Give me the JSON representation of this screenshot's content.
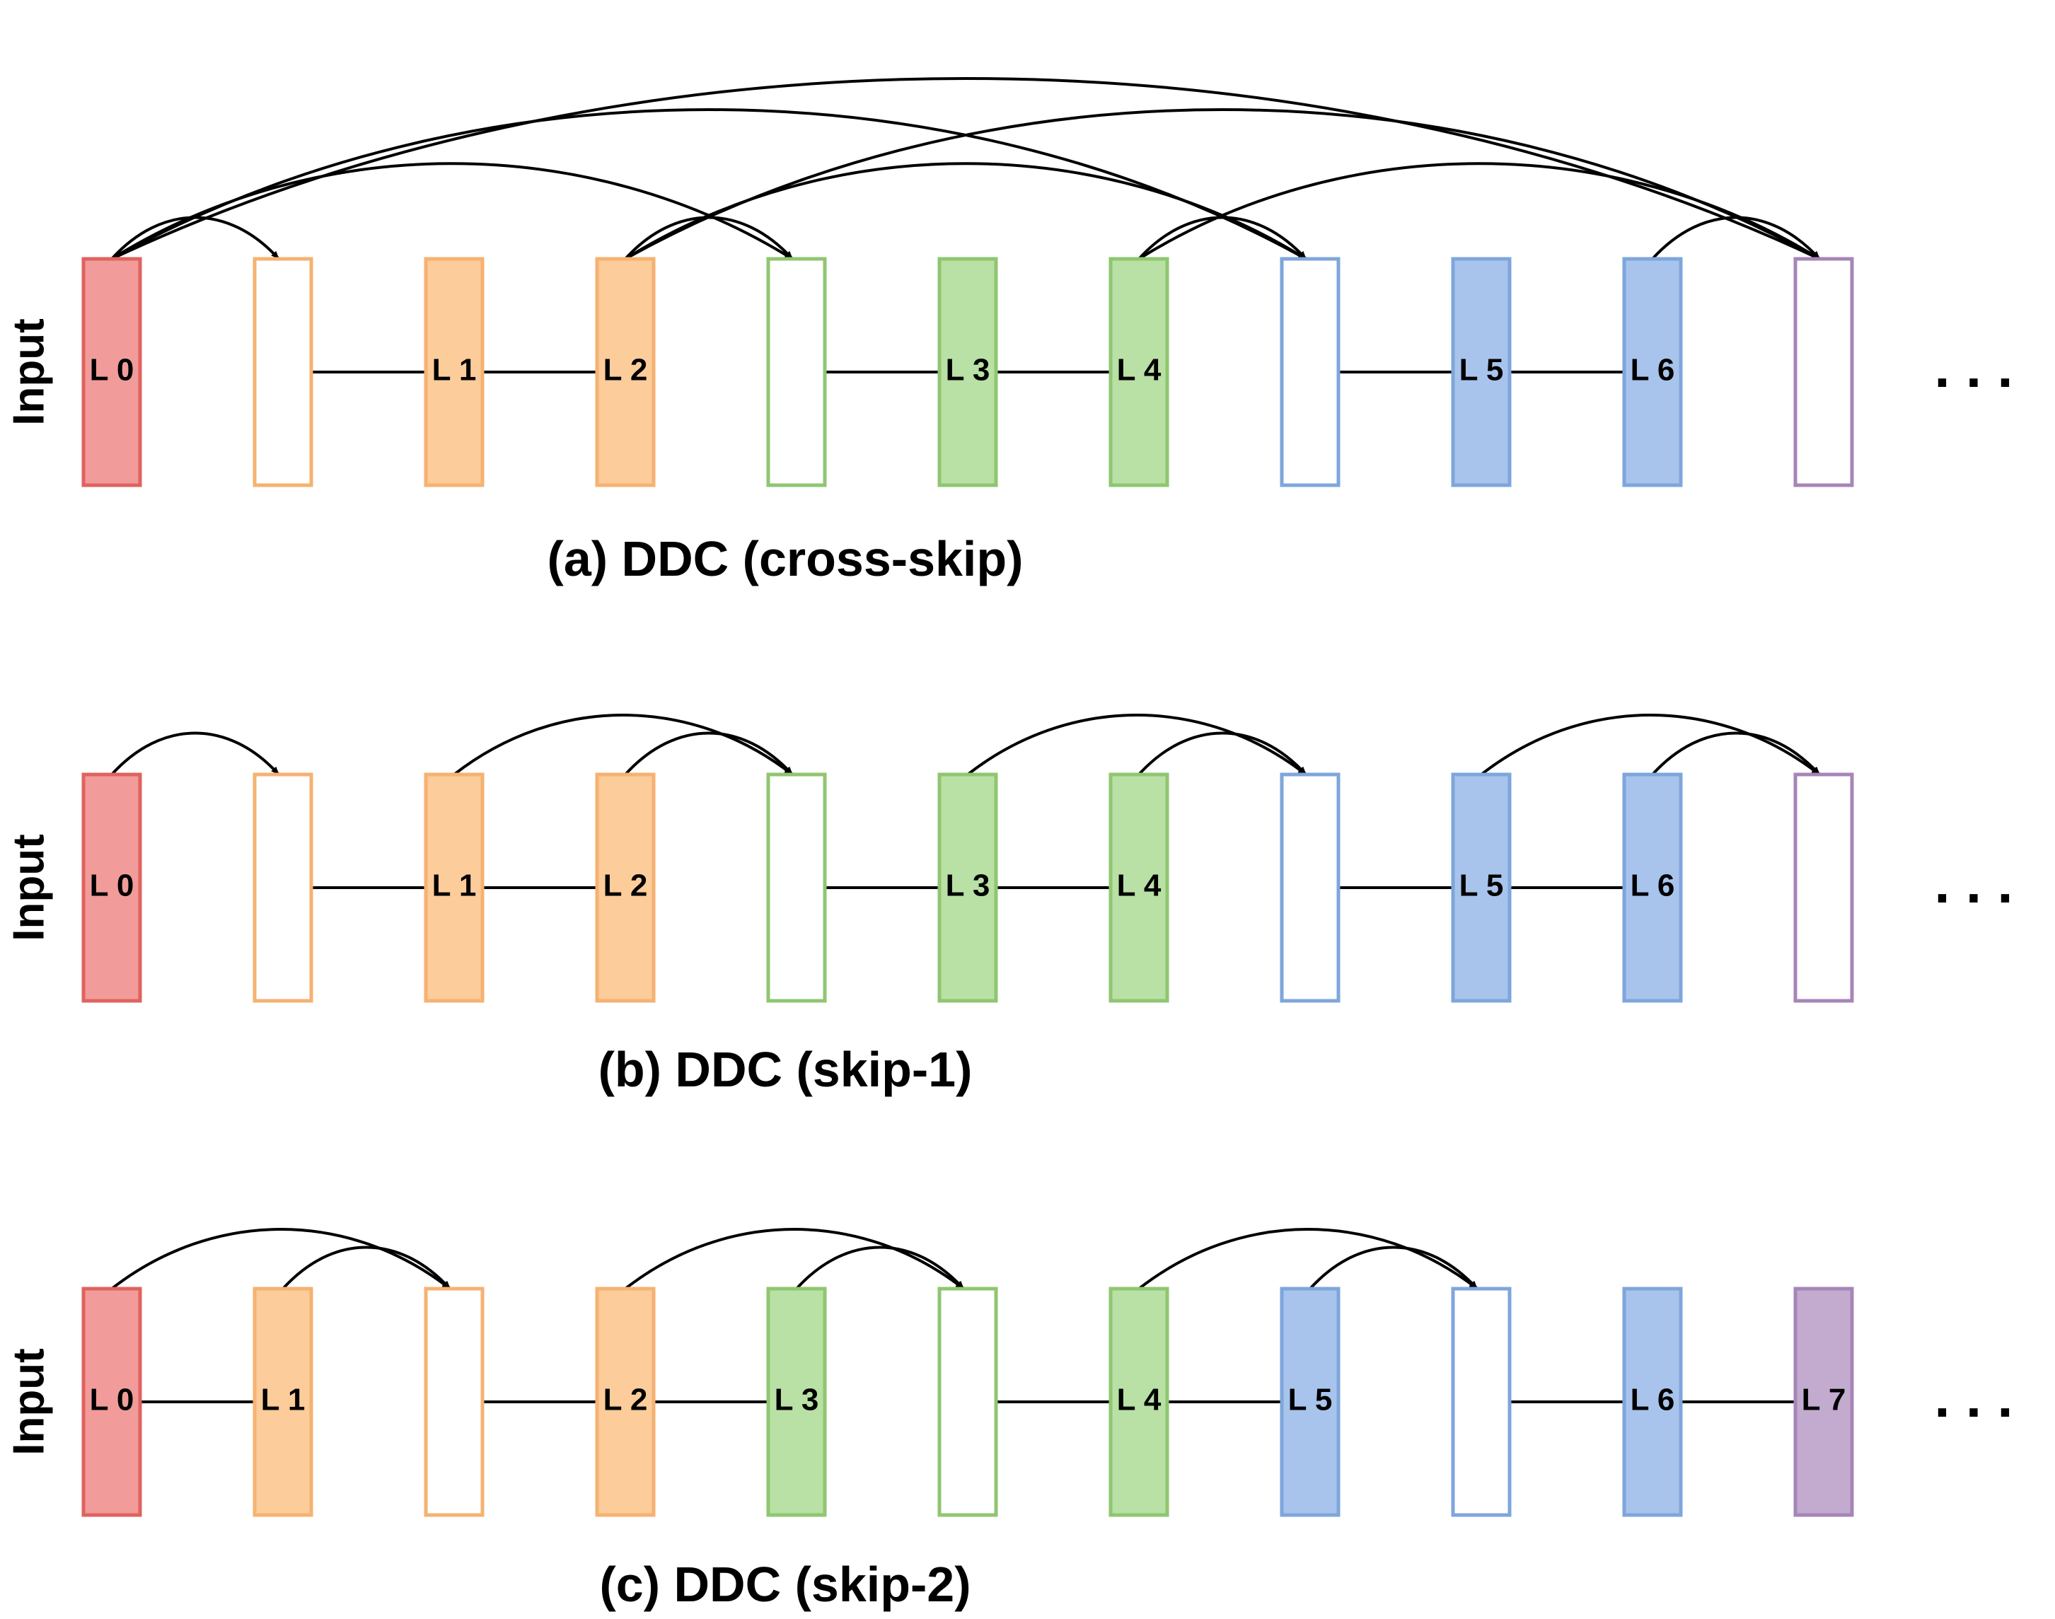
{
  "colors": {
    "red": {
      "fill": "#f19c9a",
      "stroke": "#e0625f"
    },
    "orange": {
      "fill": "#fccc9b",
      "stroke": "#f6b271"
    },
    "green": {
      "fill": "#b9e0a5",
      "stroke": "#8fc670"
    },
    "blue": {
      "fill": "#a8c4ec",
      "stroke": "#7ea6dc"
    },
    "purple": {
      "fill": "#c3abd0",
      "stroke": "#a685b8"
    },
    "edge": "#000000"
  },
  "panels": [
    {
      "id": "a",
      "caption": "(a) DDC (cross-skip)",
      "input_label": "Input",
      "ellipsis": ". . .",
      "nodes": [
        {
          "label": "L 0",
          "color": "red",
          "filled": true
        },
        {
          "label": "",
          "color": "orange",
          "filled": false
        },
        {
          "label": "L 1",
          "color": "orange",
          "filled": true
        },
        {
          "label": "L 2",
          "color": "orange",
          "filled": true
        },
        {
          "label": "",
          "color": "green",
          "filled": false
        },
        {
          "label": "L 3",
          "color": "green",
          "filled": true
        },
        {
          "label": "L 4",
          "color": "green",
          "filled": true
        },
        {
          "label": "",
          "color": "blue",
          "filled": false
        },
        {
          "label": "L 5",
          "color": "blue",
          "filled": true
        },
        {
          "label": "L 6",
          "color": "blue",
          "filled": true
        },
        {
          "label": "",
          "color": "purple",
          "filled": false
        }
      ],
      "chain_edges": [
        [
          1,
          2
        ],
        [
          2,
          3
        ],
        [
          4,
          5
        ],
        [
          5,
          6
        ],
        [
          7,
          8
        ],
        [
          8,
          9
        ]
      ],
      "skip_edges": [
        [
          0,
          1
        ],
        [
          0,
          4
        ],
        [
          0,
          7
        ],
        [
          0,
          10
        ],
        [
          3,
          4
        ],
        [
          3,
          7
        ],
        [
          3,
          10
        ],
        [
          6,
          7
        ],
        [
          6,
          10
        ],
        [
          9,
          10
        ]
      ]
    },
    {
      "id": "b",
      "caption": "(b) DDC (skip-1)",
      "input_label": "Input",
      "ellipsis": ". . .",
      "nodes": [
        {
          "label": "L 0",
          "color": "red",
          "filled": true
        },
        {
          "label": "",
          "color": "orange",
          "filled": false
        },
        {
          "label": "L 1",
          "color": "orange",
          "filled": true
        },
        {
          "label": "L 2",
          "color": "orange",
          "filled": true
        },
        {
          "label": "",
          "color": "green",
          "filled": false
        },
        {
          "label": "L 3",
          "color": "green",
          "filled": true
        },
        {
          "label": "L 4",
          "color": "green",
          "filled": true
        },
        {
          "label": "",
          "color": "blue",
          "filled": false
        },
        {
          "label": "L 5",
          "color": "blue",
          "filled": true
        },
        {
          "label": "L 6",
          "color": "blue",
          "filled": true
        },
        {
          "label": "",
          "color": "purple",
          "filled": false
        }
      ],
      "chain_edges": [
        [
          1,
          2
        ],
        [
          2,
          3
        ],
        [
          4,
          5
        ],
        [
          5,
          6
        ],
        [
          7,
          8
        ],
        [
          8,
          9
        ]
      ],
      "skip_edges": [
        [
          0,
          1
        ],
        [
          2,
          4
        ],
        [
          3,
          4
        ],
        [
          5,
          7
        ],
        [
          6,
          7
        ],
        [
          8,
          10
        ],
        [
          9,
          10
        ]
      ]
    },
    {
      "id": "c",
      "caption": "(c) DDC (skip-2)",
      "input_label": "Input",
      "ellipsis": ". . .",
      "nodes": [
        {
          "label": "L 0",
          "color": "red",
          "filled": true
        },
        {
          "label": "L 1",
          "color": "orange",
          "filled": true
        },
        {
          "label": "",
          "color": "orange",
          "filled": false
        },
        {
          "label": "L 2",
          "color": "orange",
          "filled": true
        },
        {
          "label": "L 3",
          "color": "green",
          "filled": true
        },
        {
          "label": "",
          "color": "green",
          "filled": false
        },
        {
          "label": "L 4",
          "color": "green",
          "filled": true
        },
        {
          "label": "L 5",
          "color": "blue",
          "filled": true
        },
        {
          "label": "",
          "color": "blue",
          "filled": false
        },
        {
          "label": "L 6",
          "color": "blue",
          "filled": true
        },
        {
          "label": "L 7",
          "color": "purple",
          "filled": true
        }
      ],
      "chain_edges": [
        [
          0,
          1
        ],
        [
          2,
          3
        ],
        [
          3,
          4
        ],
        [
          5,
          6
        ],
        [
          6,
          7
        ],
        [
          8,
          9
        ],
        [
          9,
          10
        ]
      ],
      "skip_edges": [
        [
          0,
          2
        ],
        [
          1,
          2
        ],
        [
          3,
          5
        ],
        [
          4,
          5
        ],
        [
          6,
          8
        ],
        [
          7,
          8
        ]
      ]
    }
  ]
}
